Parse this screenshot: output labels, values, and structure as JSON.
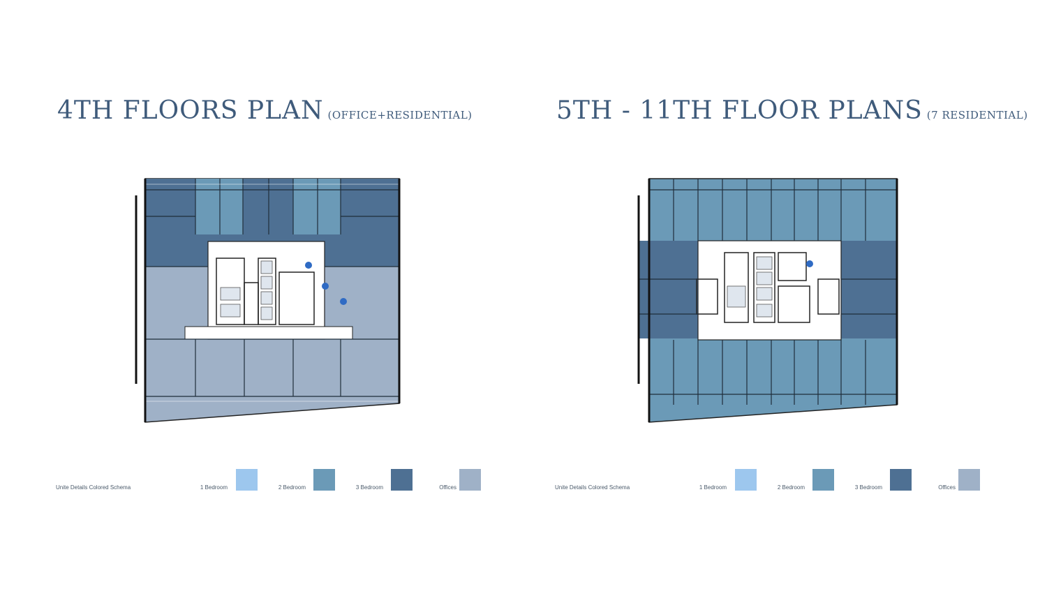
{
  "colors": {
    "one_bedroom": "#9dc7ee",
    "two_bedroom": "#6b9ab7",
    "three_bedroom": "#4e7093",
    "offices": "#9fb1c7",
    "title": "#3f5b7b"
  },
  "left_panel": {
    "title_main": "4TH FLOORS PLAN",
    "title_sub": "(OFFICE+RESIDENTIAL)",
    "legend": {
      "caption": "Unite Details Colored Schema",
      "one_bedroom": "1 Bedroom",
      "two_bedroom": "2 Bedroom",
      "three_bedroom": "3 Bedroom",
      "offices": "Offices"
    }
  },
  "right_panel": {
    "title_main": "5TH - 11TH FLOOR PLANS",
    "title_sub": "(7 RESIDENTIAL)",
    "legend": {
      "caption": "Unite Details Colored Schema",
      "one_bedroom": "1 Bedroom",
      "two_bedroom": "2 Bedroom",
      "three_bedroom": "3 Bedroom",
      "offices": "Offices"
    }
  }
}
